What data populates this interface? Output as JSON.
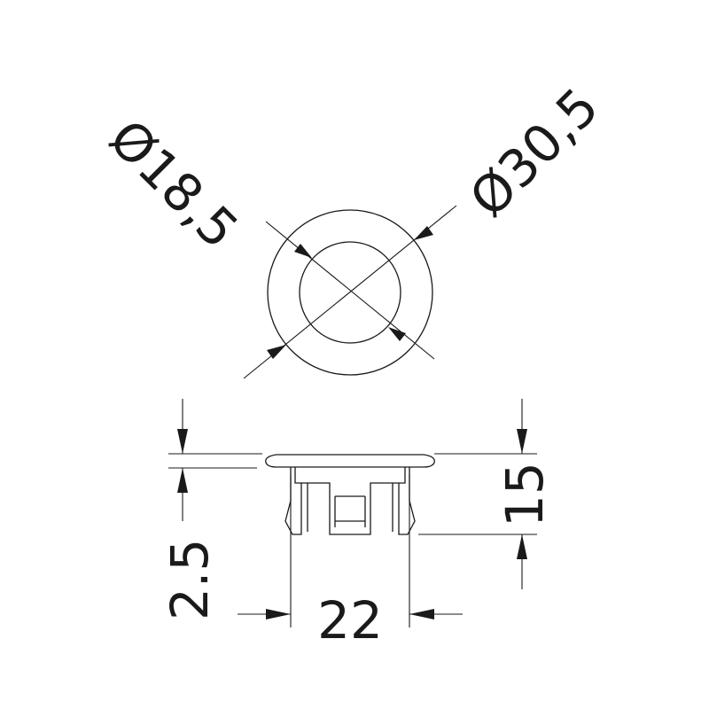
{
  "dimensions": {
    "inner_diameter": "Ø18,5",
    "outer_diameter": "Ø30,5",
    "flange_thickness": "2.5",
    "overall_height": "15",
    "body_width": "22"
  },
  "colors": {
    "line": "#1a1a1a",
    "background": "#ffffff"
  }
}
